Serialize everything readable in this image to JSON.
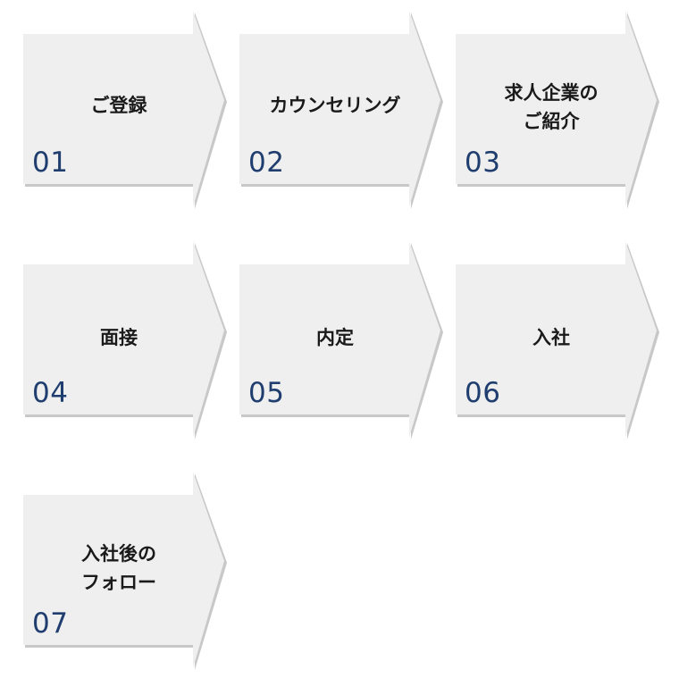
{
  "steps": [
    {
      "number": "01",
      "title": "ご登録"
    },
    {
      "number": "02",
      "title": "カウンセリング"
    },
    {
      "number": "03",
      "title": "求人企業の\nご紹介"
    },
    {
      "number": "04",
      "title": "面接"
    },
    {
      "number": "05",
      "title": "内定"
    },
    {
      "number": "06",
      "title": "入社"
    },
    {
      "number": "07",
      "title": "入社後の\nフォロー"
    }
  ],
  "colors": {
    "shape_fill": "#efefef",
    "shape_shadow": "#9a9a9a",
    "number": "#1f3d6e",
    "title": "#1a1a1a"
  }
}
